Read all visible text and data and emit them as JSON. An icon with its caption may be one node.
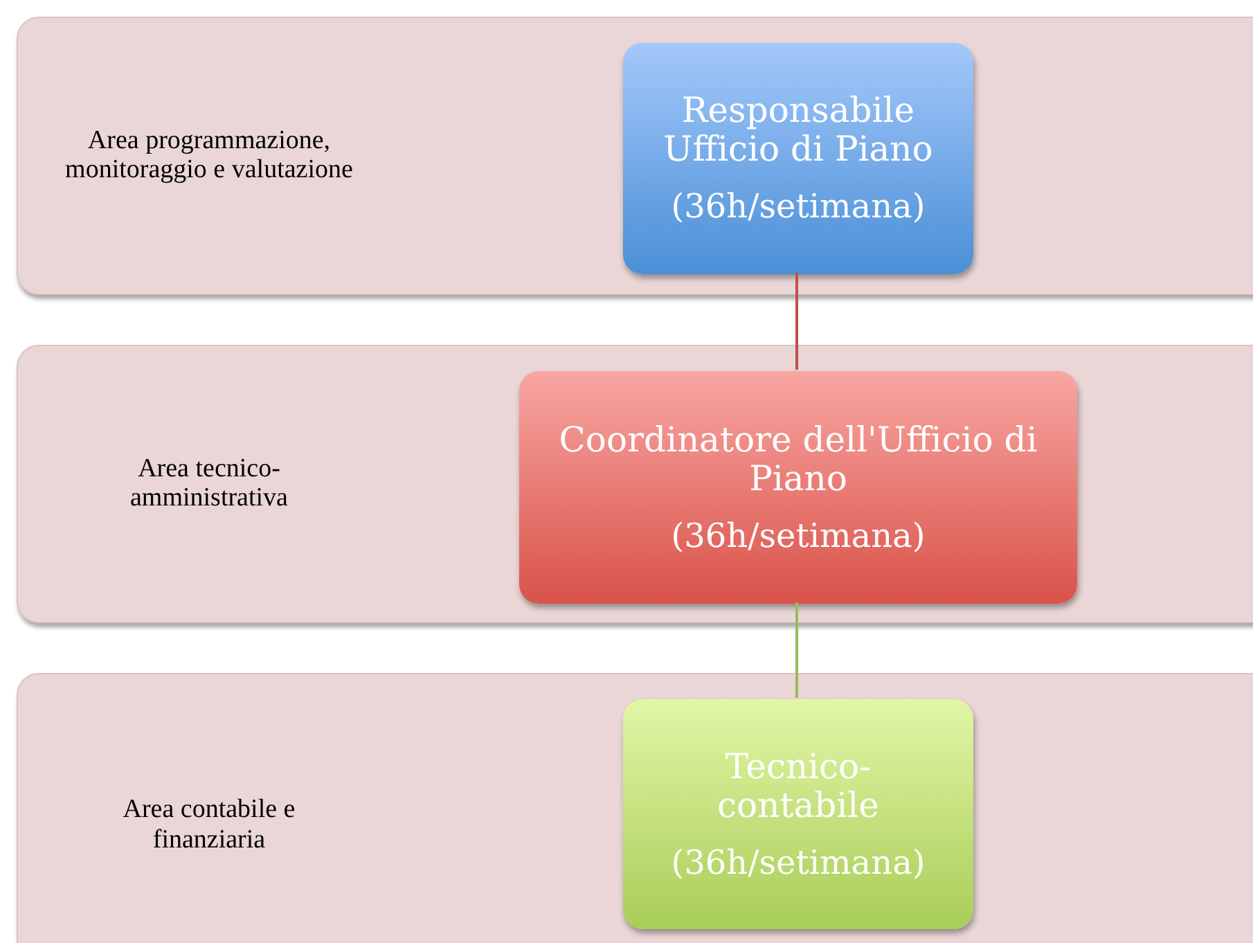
{
  "diagram": {
    "nodes": [
      {
        "text": [
          "Area programmazione, monitoraggio e valutazione"
        ]
      },
      {
        "text": [
          "Responsabile Ufficio di Piano",
          "(36h/setimana)"
        ],
        "in": 0
      },
      {
        "text": [
          "Area tecnico-amministrativa"
        ]
      },
      {
        "text": [
          "Coordinatore dell'Ufficio di Piano",
          "(36h/setimana)"
        ],
        "in": 2
      },
      {
        "text": [
          "Area contabile e finanziaria"
        ]
      },
      {
        "text": [
          "Tecnico-contabile",
          "(36h/setimana)"
        ],
        "in": 4
      }
    ],
    "edges": [
      {
        "from": 1,
        "to": 3,
        "arrow": "none",
        "color": "#c0504d"
      },
      {
        "from": 3,
        "to": 5,
        "arrow": "none",
        "color": "#9bbb59"
      }
    ]
  }
}
